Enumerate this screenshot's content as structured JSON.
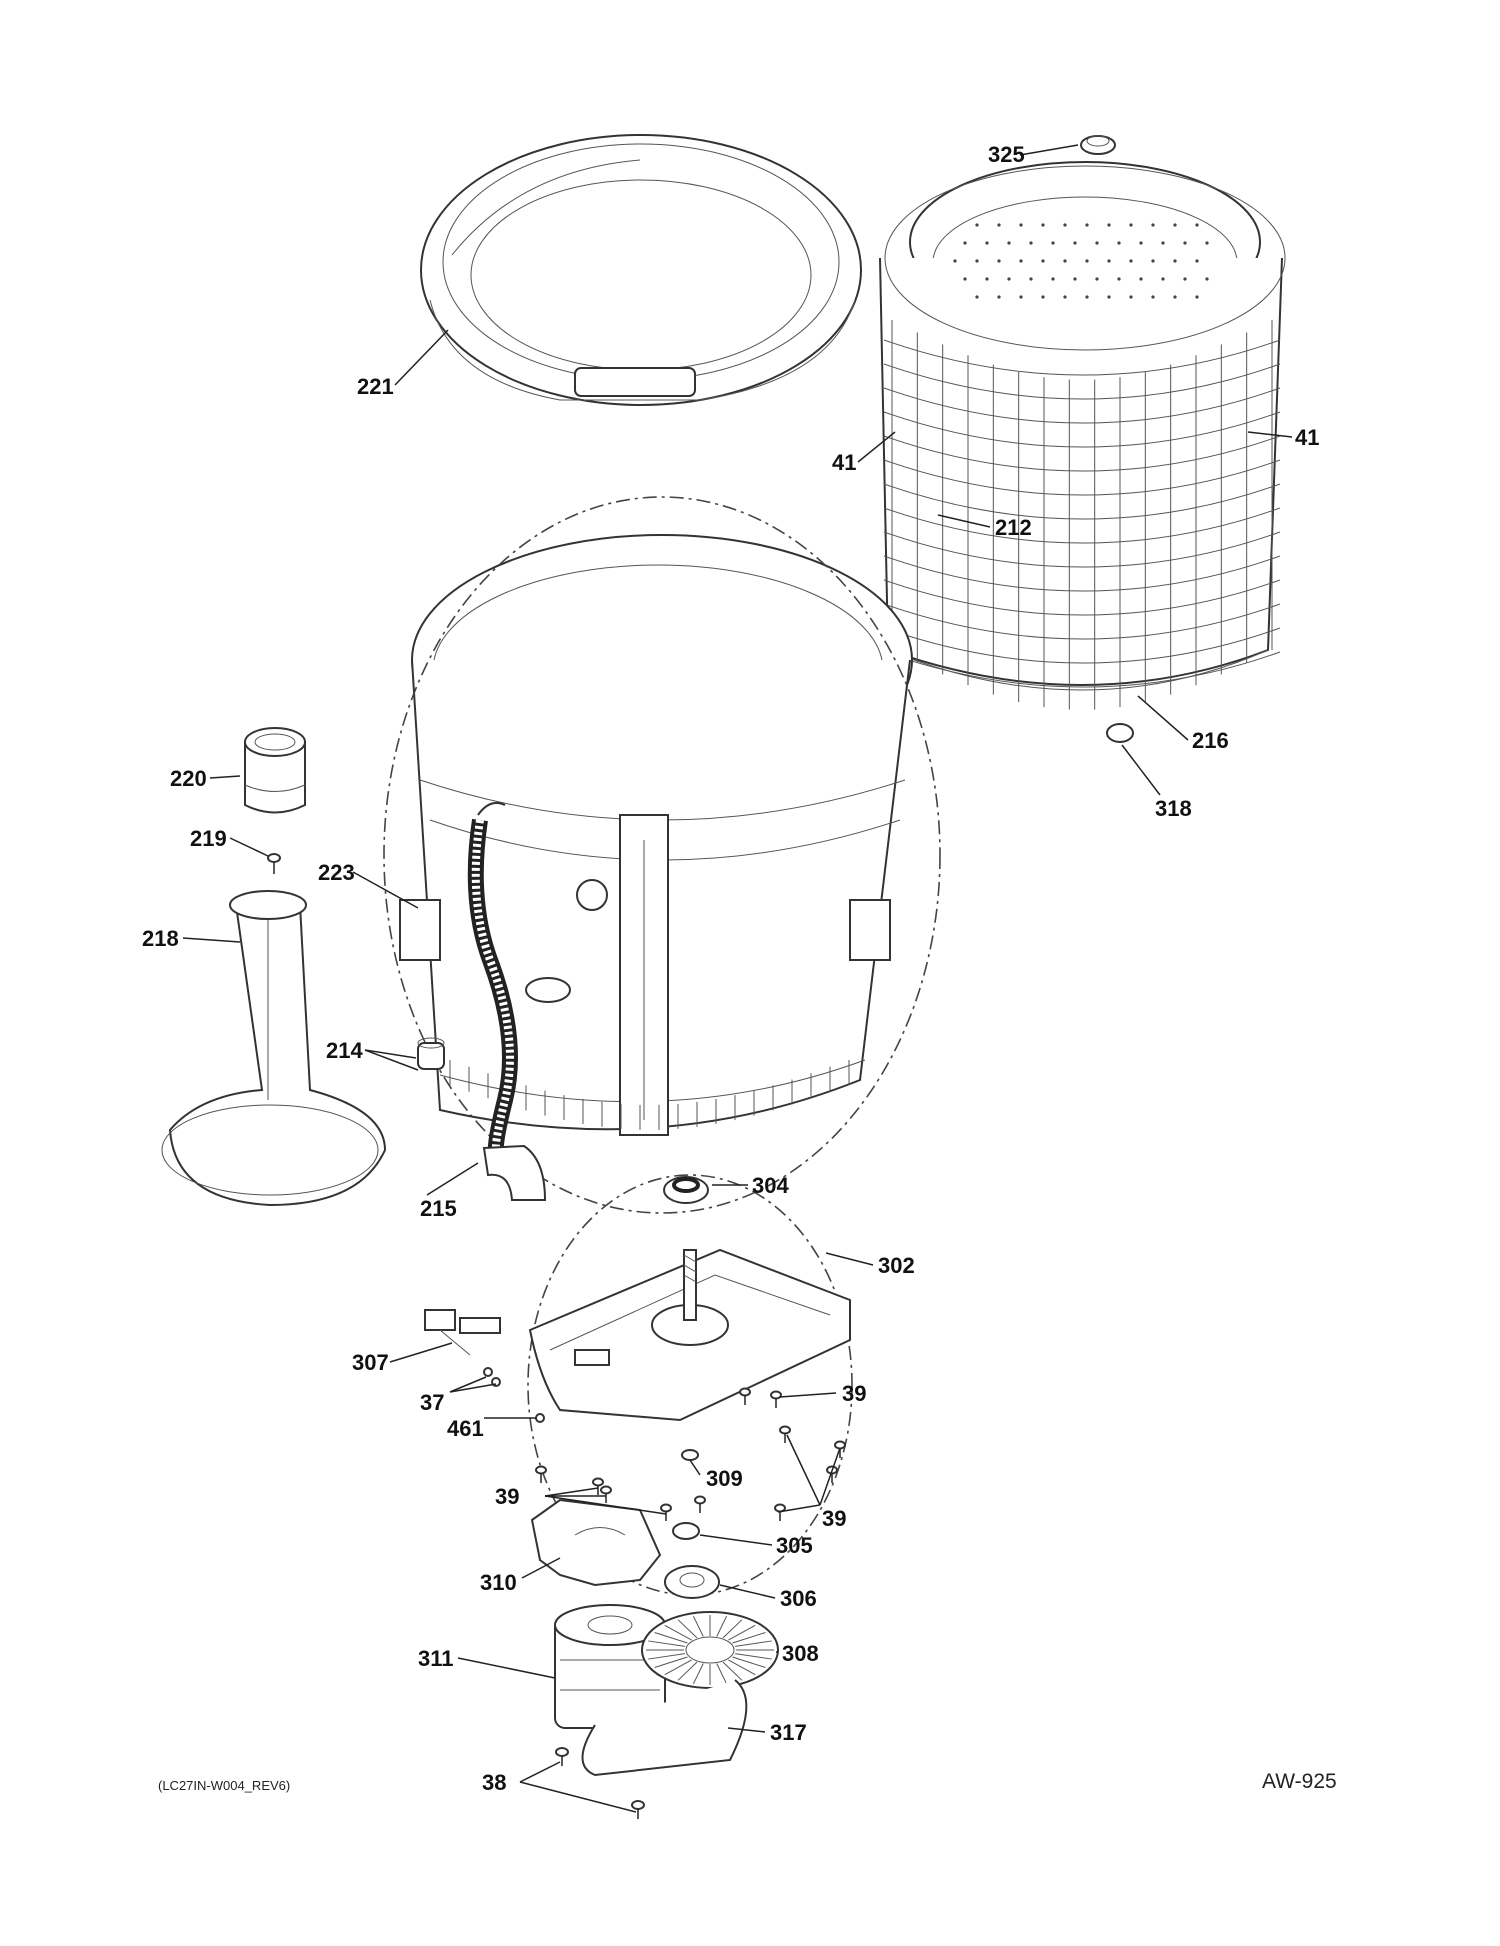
{
  "diagram": {
    "footer_left": "(LC27IN-W004_REV6)",
    "footer_right": "AW-925",
    "labels": {
      "p325": "325",
      "p221": "221",
      "p41a": "41",
      "p41b": "41",
      "p220": "220",
      "p219": "219",
      "p223": "223",
      "p212": "212",
      "p216": "216",
      "p318": "318",
      "p218": "218",
      "p214": "214",
      "p215": "215",
      "p304": "304",
      "p302": "302",
      "p307": "307",
      "p37": "37",
      "p461": "461",
      "p39a": "39",
      "p39b": "39",
      "p39c": "39",
      "p309": "309",
      "p305": "305",
      "p310": "310",
      "p306": "306",
      "p311": "311",
      "p308": "308",
      "p317": "317",
      "p38": "38"
    }
  }
}
